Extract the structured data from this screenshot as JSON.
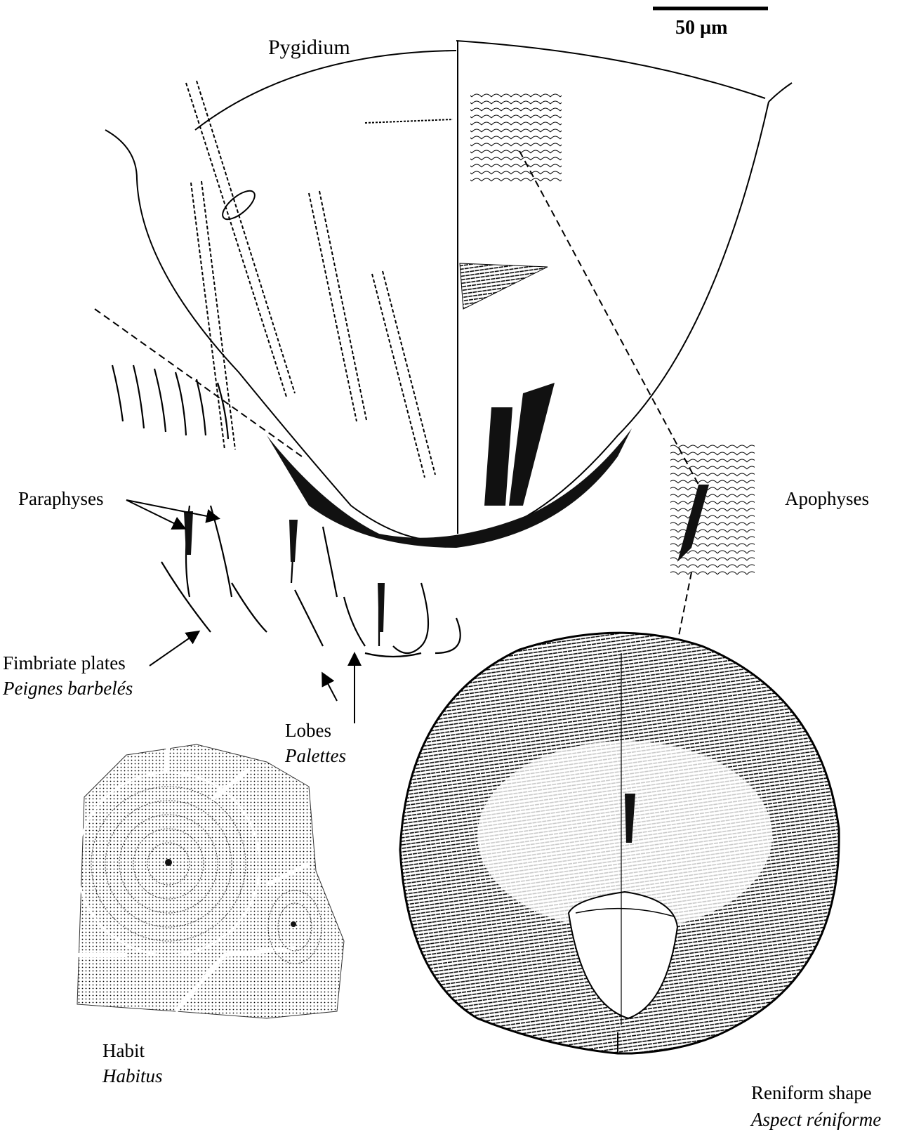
{
  "scale_bar": {
    "label": "50 µm"
  },
  "labels": {
    "pygidium": "Pygidium",
    "paraphyses": "Paraphyses",
    "apophyses": "Apophyses",
    "fimbriate_plates": {
      "en": "Fimbriate plates",
      "fr": "Peignes barbelés"
    },
    "lobes": {
      "en": "Lobes",
      "fr": "Palettes"
    },
    "habit": {
      "en": "Habit",
      "fr": "Habitus"
    },
    "reniform": {
      "en": "Reniform shape",
      "fr": "Aspect réniforme"
    }
  },
  "colors": {
    "ink": "#000000",
    "paper": "#ffffff"
  }
}
